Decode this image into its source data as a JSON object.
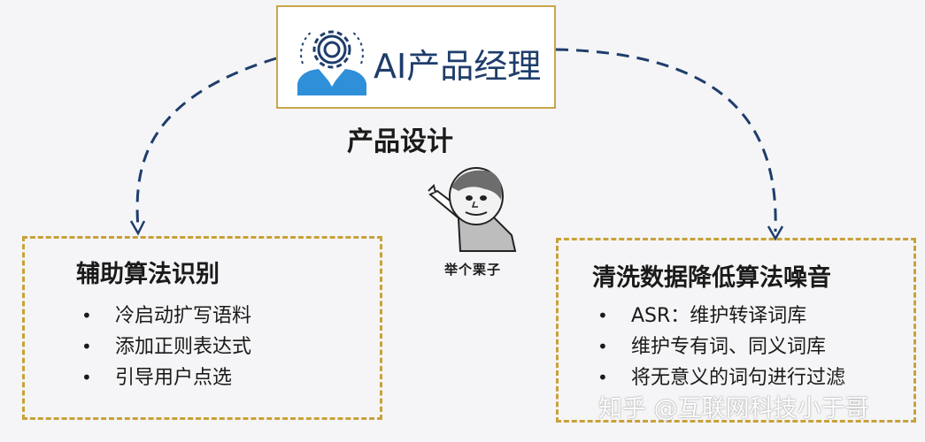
{
  "top": {
    "title": "AI产品经理",
    "icon": "person-gear-icon"
  },
  "center_label": "产品设计",
  "left_box": {
    "title": "辅助算法识别",
    "items": [
      "冷启动扩写语料",
      "添加正则表达式",
      "引导用户点选"
    ]
  },
  "right_box": {
    "title": "清洗数据降低算法噪音",
    "items": [
      "ASR：维护转译词库",
      "维护专有词、同义词库",
      "将无意义的词句进行过滤"
    ]
  },
  "meme": {
    "caption": "举个栗子",
    "icon": "pointing-face-icon"
  },
  "bullet_symbol": "•",
  "watermark": "知乎 @互联网科技小于哥",
  "colors": {
    "arrow": "#1e3d6b",
    "box_border": "#c9a13a",
    "top_border": "#c8a64a",
    "icon_blue": "#2f8fd9",
    "title_navy": "#1e3d6b"
  }
}
